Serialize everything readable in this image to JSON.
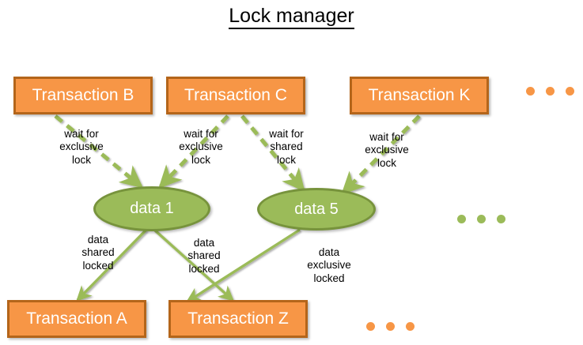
{
  "title": "Lock manager",
  "colors": {
    "box_fill": "#F79646",
    "box_border": "#B4651A",
    "ellipse_fill": "#9BBB59",
    "ellipse_border": "#77933C",
    "arrow_green": "#9BBB59",
    "text_dark": "#000000",
    "text_light": "#FFFFFF"
  },
  "transactions_top": [
    {
      "label": "Transaction B"
    },
    {
      "label": "Transaction C"
    },
    {
      "label": "Transaction K"
    }
  ],
  "data_items": [
    {
      "label": "data 1"
    },
    {
      "label": "data 5"
    }
  ],
  "transactions_bottom": [
    {
      "label": "Transaction A"
    },
    {
      "label": "Transaction Z"
    }
  ],
  "wait_edges": [
    {
      "label": "wait for\nexclusive\nlock",
      "from": "Transaction B",
      "to": "data 1",
      "style": "dashed"
    },
    {
      "label": "wait for\nexclusive\nlock",
      "from": "Transaction C",
      "to": "data 1",
      "style": "dashed"
    },
    {
      "label": "wait for\nshared\nlock",
      "from": "Transaction C",
      "to": "data 5",
      "style": "dashed"
    },
    {
      "label": "wait for\nexclusive\nlock",
      "from": "Transaction K",
      "to": "data 5",
      "style": "dashed"
    }
  ],
  "lock_edges": [
    {
      "label": "data\nshared\nlocked",
      "from": "data 1",
      "to": "Transaction A",
      "style": "solid"
    },
    {
      "label": "data\nshared\nlocked",
      "from": "data 1",
      "to": "Transaction Z",
      "style": "solid"
    },
    {
      "label": "data\nexclusive\nlocked",
      "from": "data 5",
      "to": "Transaction Z",
      "style": "solid"
    }
  ],
  "ellipsis_groups": [
    {
      "name": "top-transactions-ellipsis",
      "color": "orange",
      "count": 3
    },
    {
      "name": "data-ellipsis",
      "color": "green",
      "count": 3
    },
    {
      "name": "bottom-transactions-ellipsis",
      "color": "orange",
      "count": 3
    }
  ]
}
